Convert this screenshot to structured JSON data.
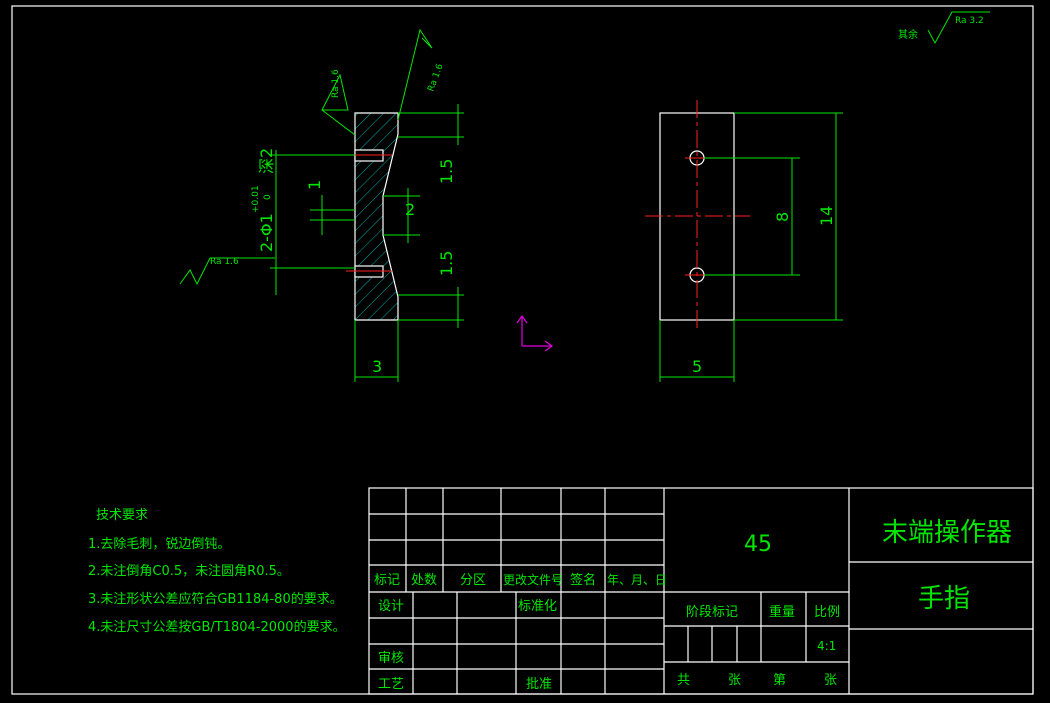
{
  "drawing": {
    "surface_note": {
      "label": "其余",
      "roughness": "Ra 3.2"
    },
    "section_view": {
      "roughness_top_left": "Ra 1.6",
      "roughness_top_right": "Ra 1.6",
      "roughness_left": "Ra 1.6",
      "dim_hole": "2-Φ1",
      "dim_tol_upper": "+0.01",
      "dim_tol_lower": "0",
      "dim_depth": "深2",
      "dim_1": "1",
      "dim_2": "2",
      "dim_top": "1.5",
      "dim_bottom": "1.5",
      "dim_width": "3"
    },
    "front_view": {
      "dim_spacing": "8",
      "dim_height": "14",
      "dim_width": "5"
    }
  },
  "tech_requirements": {
    "title": "技术要求",
    "items": [
      "1.去除毛刺，锐边倒钝。",
      "2.未注倒角C0.5，未注圆角R0.5。",
      "3.未注形状公差应符合GB1184-80的要求。",
      "4.未注尺寸公差按GB/T1804-2000的要求。"
    ]
  },
  "title_block": {
    "material": "45",
    "part_title": "末端操作器",
    "part_name": "手指",
    "rev_headers": [
      "标记",
      "处数",
      "分区",
      "更改文件号",
      "签名",
      "年、月、日"
    ],
    "labels": {
      "design": "设计",
      "standard": "标准化",
      "review": "审核",
      "process": "工艺",
      "approve": "批准",
      "stage": "阶段标记",
      "weight": "重量",
      "scale": "比例",
      "total": "共",
      "sheet": "张",
      "num": "第",
      "sheet2": "张"
    },
    "scale_value": "4:1"
  },
  "colors": {
    "background": "#000000",
    "lines": "#ffffff",
    "text": "#00e600",
    "centerline": "#ff2020",
    "axis": "#e000e0"
  }
}
